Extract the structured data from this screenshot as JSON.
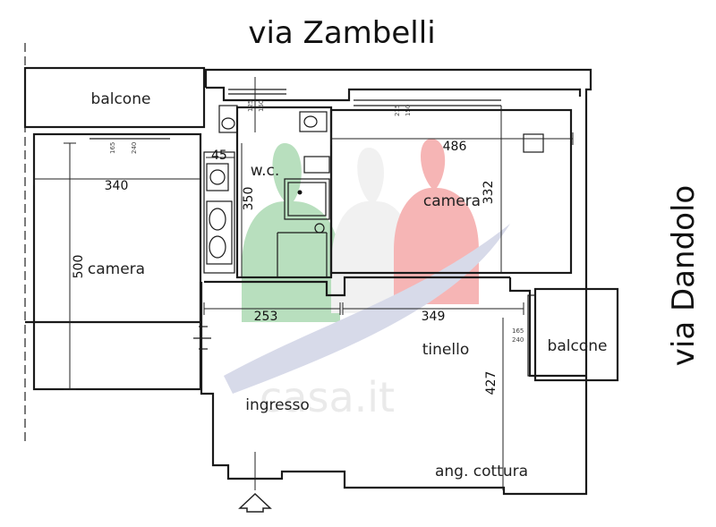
{
  "streets": {
    "top": "via Zambelli",
    "right": "via Dandolo"
  },
  "rooms": {
    "balcone_top_left": "balcone",
    "camera_left": "camera",
    "wc": "w.c.",
    "camera_right": "camera",
    "balcone_right": "balcone",
    "tinello": "tinello",
    "ingresso": "ingresso",
    "ang_cottura": "ang. cottura"
  },
  "dimensions": {
    "camera_left_width": "340",
    "camera_left_height": "500",
    "wc_small_width": "45",
    "wc_height": "350",
    "camera_right_width": "486",
    "camera_right_height": "332",
    "ingresso_width": "253",
    "tinello_width": "349",
    "tinello_height": "427"
  },
  "window_labels": {
    "w1_top": "165",
    "w1_bottom": "240",
    "w2_top": "125",
    "w2_bottom": "150",
    "w3_top": "215",
    "w3_bottom": "150",
    "w4_top": "165",
    "w4_bottom": "240"
  },
  "watermark": "casa.it"
}
